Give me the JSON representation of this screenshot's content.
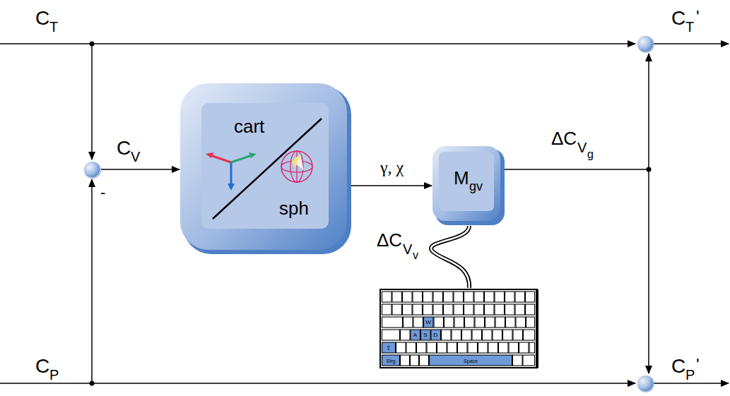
{
  "diagram": {
    "nodes": [
      {
        "text": [
          "cart",
          "sph"
        ]
      },
      {
        "text": [
          "M",
          "gv"
        ]
      }
    ],
    "edges": [
      {
        "from": 0,
        "to": 1,
        "arrow": "to",
        "label": "γ, χ"
      }
    ],
    "labels": [
      "C",
      "T",
      "C",
      "T",
      "'",
      "C",
      "V",
      "-",
      "ΔC",
      "V",
      "g",
      "ΔC",
      "V",
      "v",
      "C",
      "P",
      "C",
      "P",
      "'",
      "W",
      "A",
      "S",
      "D",
      "⇧",
      "Strg",
      "Space"
    ]
  }
}
